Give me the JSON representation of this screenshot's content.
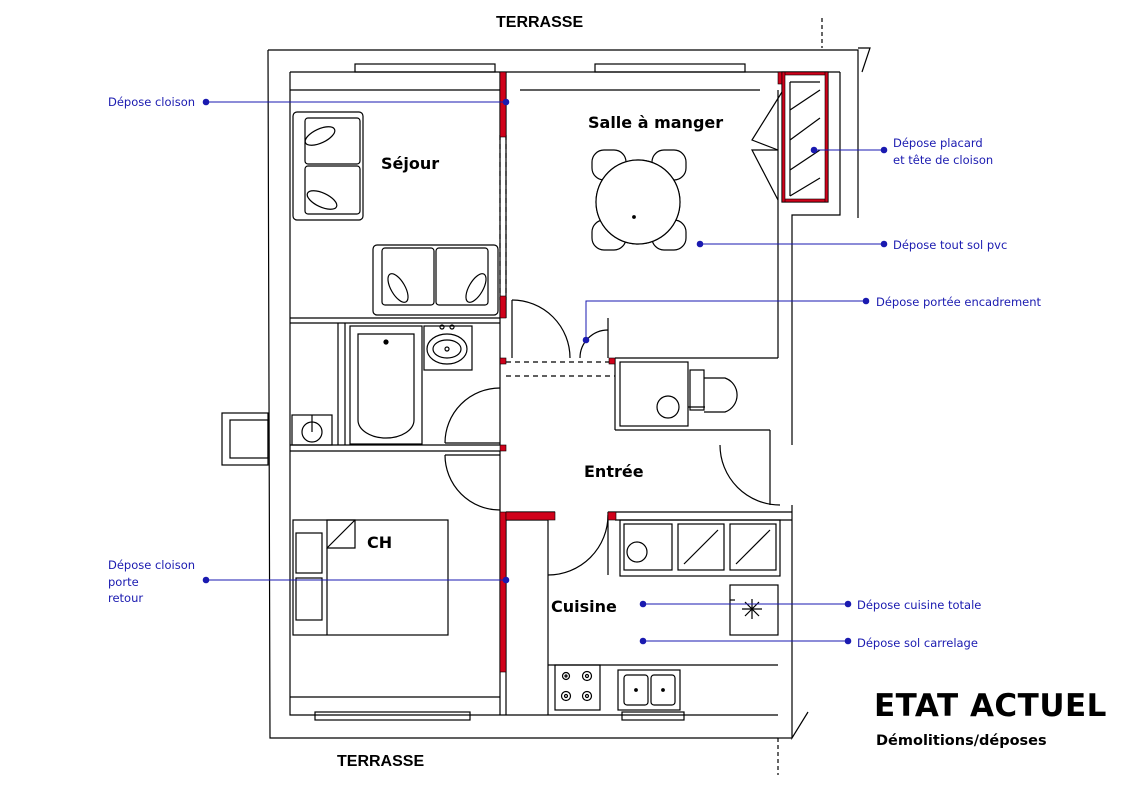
{
  "terraces": {
    "top": "TERRASSE",
    "bottom": "TERRASSE"
  },
  "rooms": {
    "sejour": "Séjour",
    "salle_a_manger": "Salle à manger",
    "entree": "Entrée",
    "chambre": "CH",
    "cuisine": "Cuisine"
  },
  "annotations": {
    "depose_cloison": "Dépose cloison",
    "depose_placard_line1": "Dépose placard",
    "depose_placard_line2": "et tête de cloison",
    "depose_sol_pvc": "Dépose tout sol pvc",
    "depose_portee": "Dépose portée encadrement",
    "depose_cloison_porte_line1": "Dépose cloison",
    "depose_cloison_porte_line2": "porte",
    "depose_cloison_porte_line3": "retour",
    "depose_cuisine": "Dépose cuisine totale",
    "depose_carrelage": "Dépose sol carrelage"
  },
  "title_block": {
    "title": "ETAT ACTUEL",
    "subtitle": "Démolitions/déposes"
  },
  "colors": {
    "wall": "#000000",
    "demolition": "#d0021b",
    "annotation": "#1a1ab0"
  }
}
